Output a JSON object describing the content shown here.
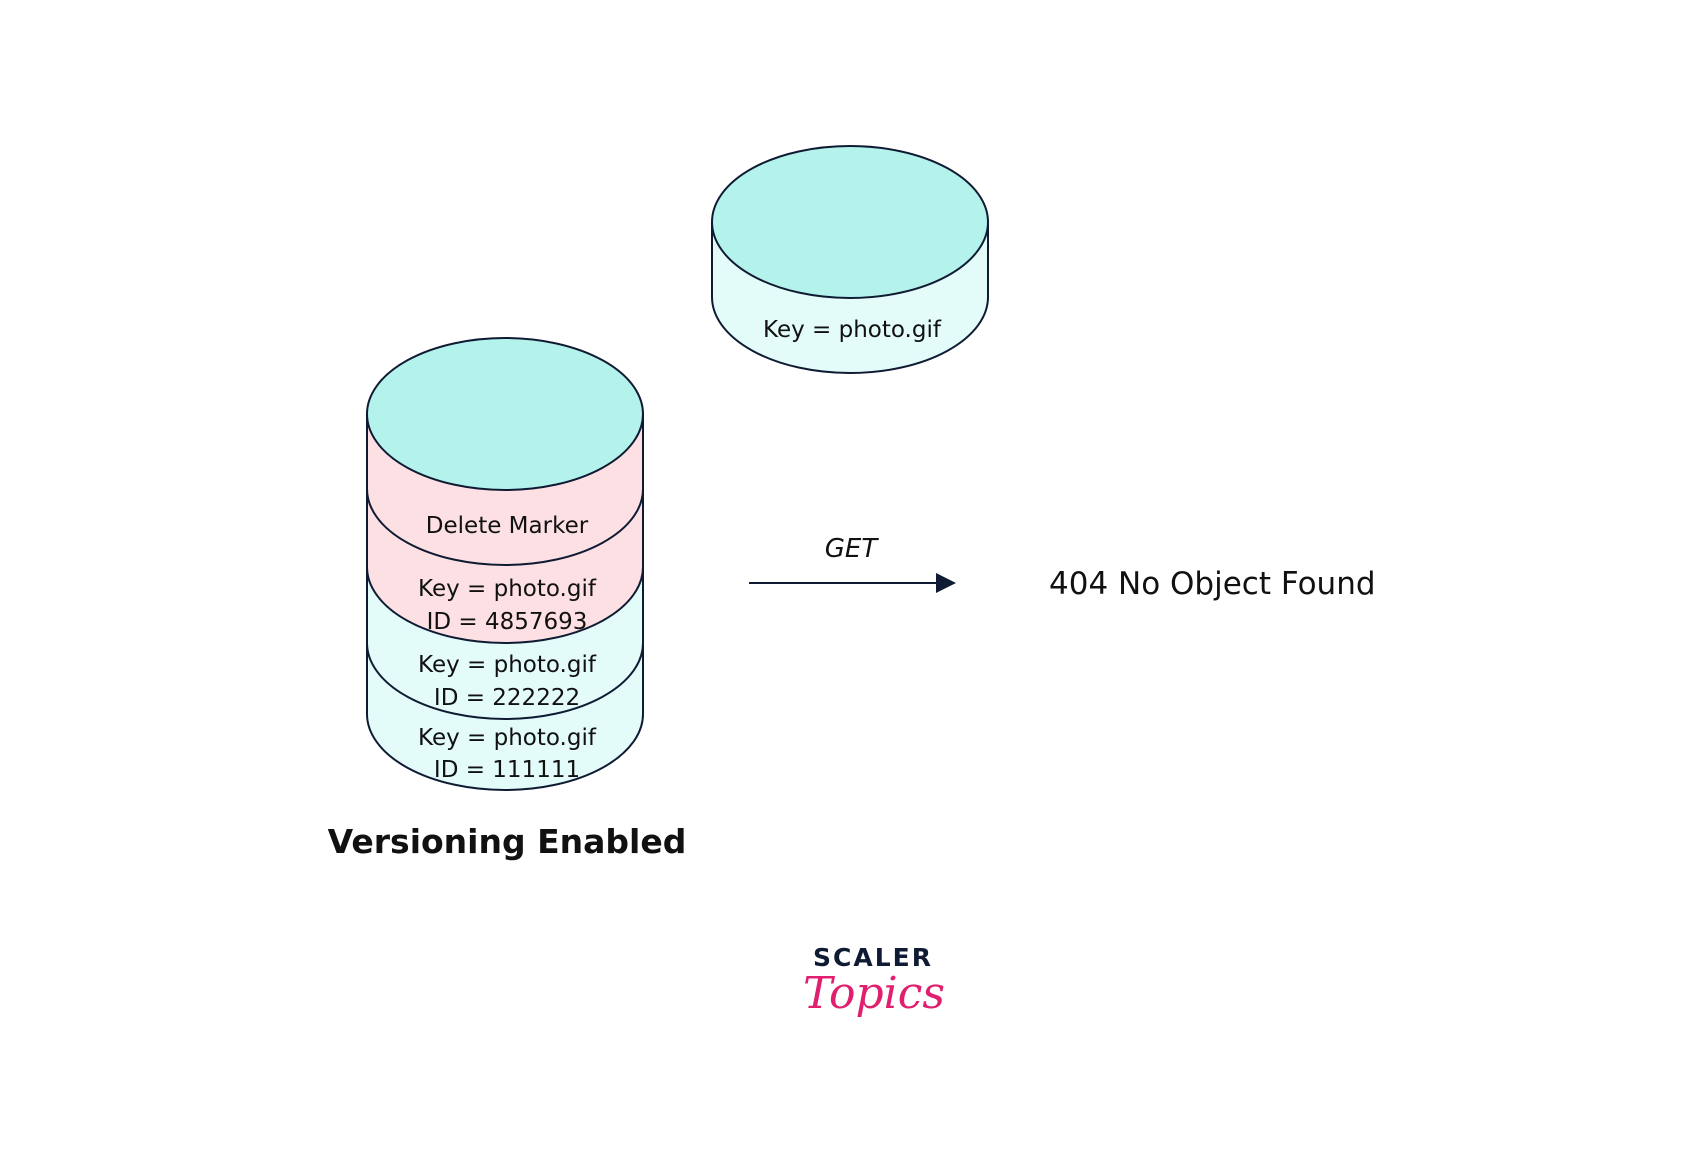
{
  "colors": {
    "cyan_top": "#b4f2ec",
    "cyan_body": "#e3fcf9",
    "pink": "#fde0e3",
    "stroke": "#0f1b33",
    "logo_dark": "#0f1b33",
    "logo_pink": "#e0206e"
  },
  "current_bucket": {
    "label": "Key = photo.gif"
  },
  "versioned_bucket": {
    "title": "Versioning Enabled",
    "layers": [
      {
        "line1": "Delete Marker",
        "line2": ""
      },
      {
        "line1": "Key = photo.gif",
        "line2": "ID = 4857693"
      },
      {
        "line1": "Key = photo.gif",
        "line2": "ID = 222222"
      },
      {
        "line1": "Key = photo.gif",
        "line2": "ID = 111111"
      }
    ]
  },
  "request": {
    "method": "GET",
    "result": "404 No Object Found"
  },
  "logo": {
    "line1": "SCALER",
    "line2": "Topics"
  }
}
